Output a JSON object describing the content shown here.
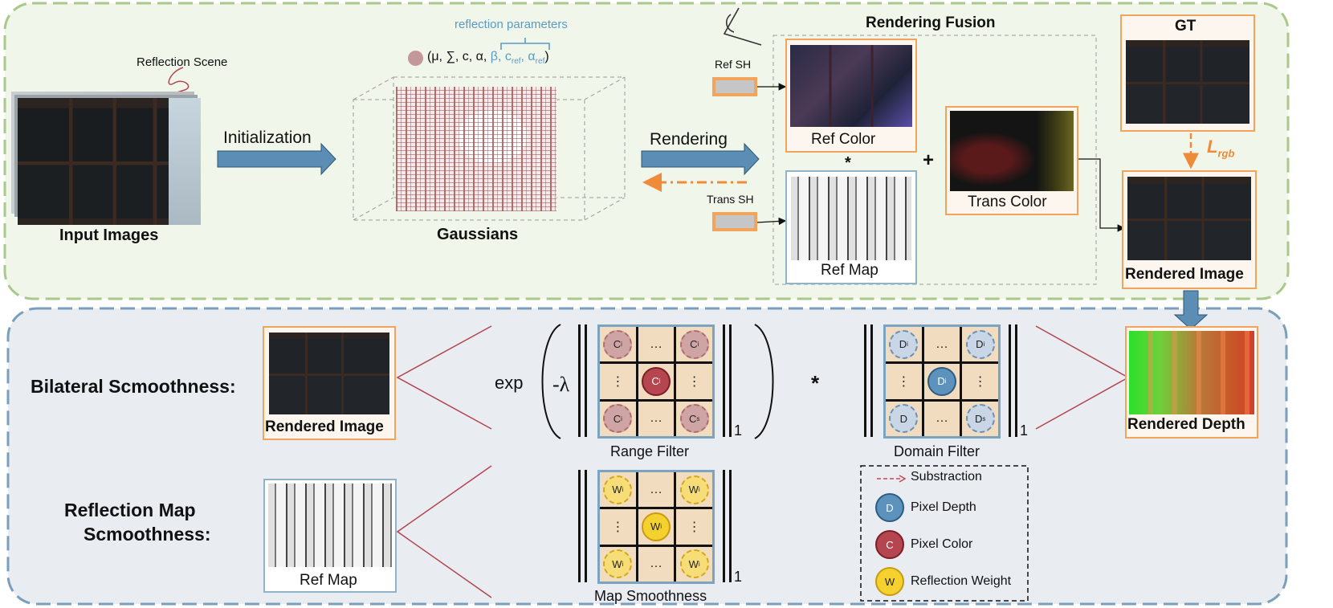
{
  "top": {
    "reflection_scene": "Reflection Scene",
    "input_images": "Input Images",
    "initialization": "Initialization",
    "reflection_parameters": "reflection parameters",
    "gaussian_params_plain": "(μ, ∑, c, α, ",
    "gaussian_params_refl": "β, c",
    "ref_sub": "ref",
    "alpha_ref": ", α",
    "close_paren": ")",
    "gaussians": "Gaussians",
    "rendering": "Rendering",
    "ref_sh": "Ref SH",
    "trans_sh": "Trans SH",
    "rendering_fusion": "Rendering Fusion",
    "ref_color": "Ref Color",
    "ref_map": "Ref Map",
    "trans_color": "Trans Color",
    "multiply": "*",
    "plus": "+",
    "gt": "GT",
    "loss": "L",
    "loss_sub": "rgb",
    "rendered_image": "Rendered Image"
  },
  "bottom": {
    "bilateral_label": "Bilateral Scmoothness:",
    "reflection_map_label_1": "Reflection Map",
    "reflection_map_label_2": "Scmoothness:",
    "rendered_image": "Rendered Image",
    "ref_map": "Ref Map",
    "exp": "exp",
    "neg_lambda": "-λ",
    "norm_sub": "1",
    "multiply": "*",
    "range_filter": "Range Filter",
    "domain_filter": "Domain Filter",
    "map_smoothness": "Map Smoothness",
    "rendered_depth": "Rendered Depth",
    "range_grid": [
      "C",
      "…",
      "C",
      "⋮",
      "C",
      "⋮",
      "C",
      "…",
      "C"
    ],
    "range_grid_subs": [
      "i",
      "",
      "i",
      "",
      "i",
      "",
      "i",
      "",
      "s"
    ],
    "domain_grid": [
      "D",
      "…",
      "D",
      "⋮",
      "D",
      "⋮",
      "D",
      "…",
      "D"
    ],
    "domain_grid_subs": [
      "i",
      "",
      "i",
      "",
      "i",
      "",
      "",
      "",
      "s"
    ],
    "map_grid": [
      "W",
      "…",
      "W",
      "⋮",
      "W",
      "⋮",
      "W",
      "…",
      "W"
    ],
    "map_grid_subs": [
      "i",
      "",
      "i",
      "",
      "i",
      "",
      "i",
      "",
      "i"
    ],
    "legend": {
      "subtraction": "Substraction",
      "pixel_depth": "Pixel Depth",
      "pixel_color": "Pixel Color",
      "reflection_weight": "Reflection Weight",
      "d_letter": "D",
      "c_letter": "C",
      "w_letter": "W"
    }
  },
  "colors": {
    "top_panel_border": "#a9c98c",
    "top_panel_bg": "#f1f6ea",
    "bottom_panel_border": "#7a9fbd",
    "bottom_panel_bg": "#e9edf2",
    "arrow_blue": "#5b8db5",
    "orange": "#ee8a38",
    "loss_orange": "#ee8a38",
    "param_blue": "#5a9bc4",
    "gaussian_red": "#b36a6a"
  }
}
